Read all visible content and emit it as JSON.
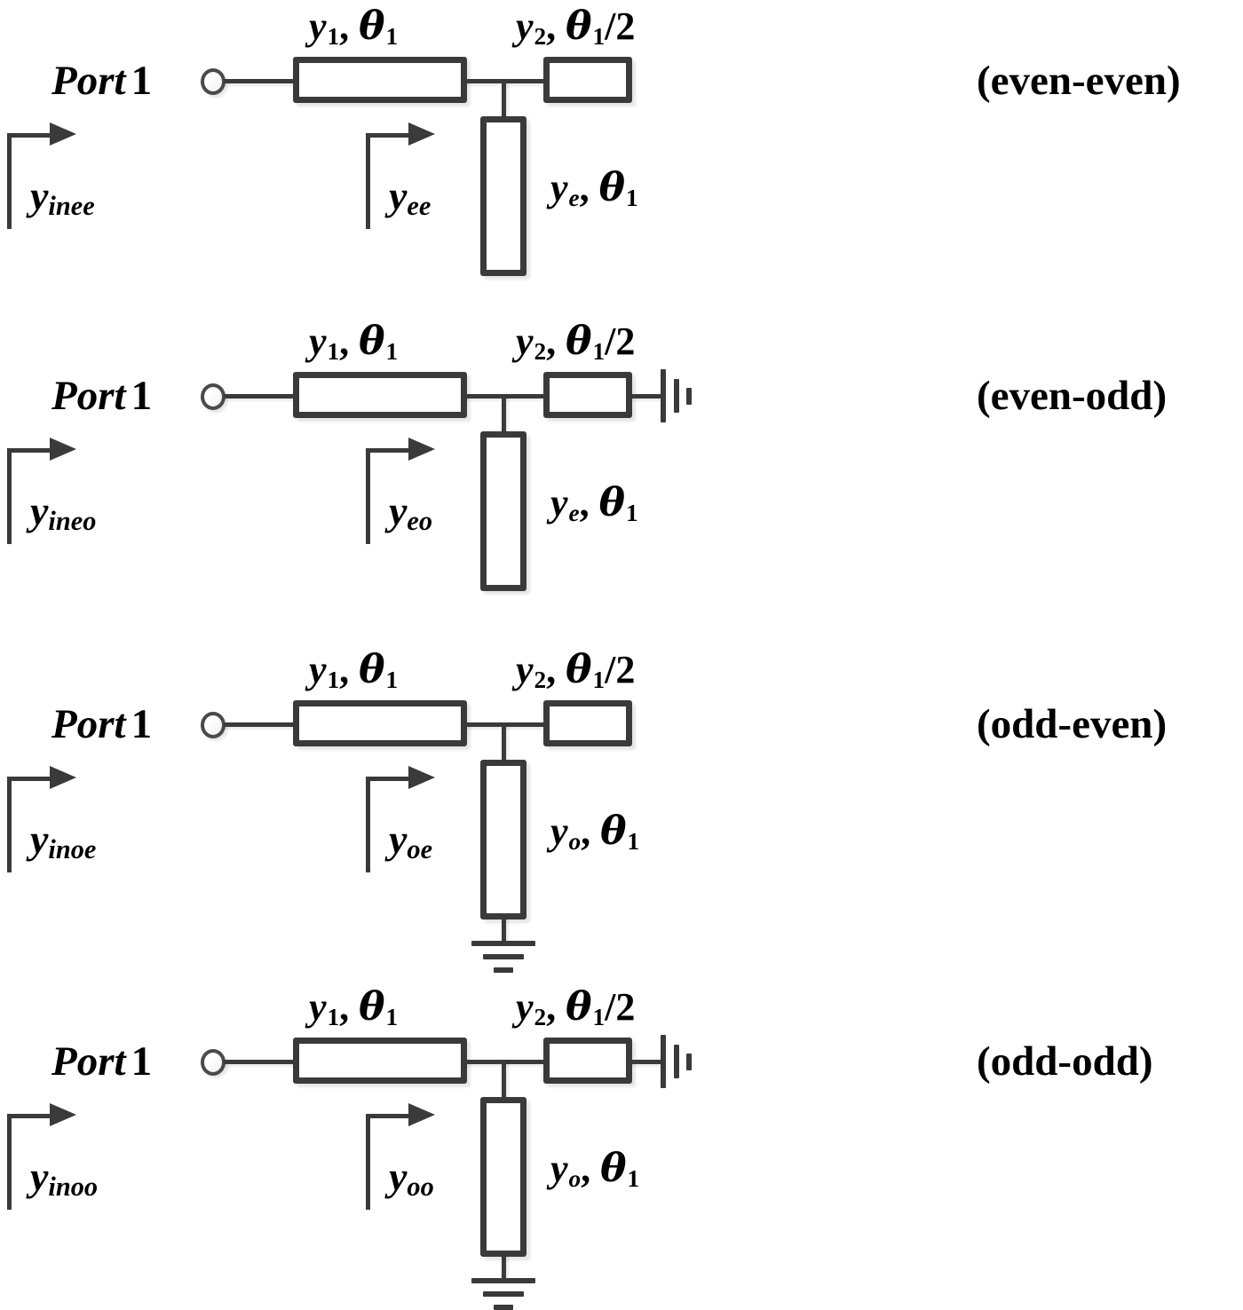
{
  "figure": {
    "type": "circuit-schematic-set",
    "description": "Four even/odd-mode equivalent half-circuits of a transmission-line network"
  },
  "common": {
    "port_label": "Port",
    "port_number": "1",
    "series_line_1": {
      "admittance": "y",
      "admittance_sub": "1",
      "theta": "θ",
      "theta_sub": "1",
      "text": "y1, θ1"
    },
    "series_line_2": {
      "admittance": "y",
      "admittance_sub": "2",
      "theta": "θ",
      "theta_sub": "1",
      "divisor": "/2",
      "text": "y2, θ1/2"
    },
    "theta_glyph": "θ",
    "colors": {
      "line": "#3a3a3a",
      "text": "#000000",
      "background": "#ffffff",
      "box_fill": "#ffffff"
    }
  },
  "rows": [
    {
      "case_label": "(even-even)",
      "input_admittance": {
        "base": "y",
        "sub": "inee",
        "text": "yinee"
      },
      "junction_admittance": {
        "base": "y",
        "sub": "ee",
        "text": "yee"
      },
      "stub": {
        "admittance": "y",
        "admittance_sub": "e",
        "theta": "θ",
        "theta_sub": "1",
        "text": "ye, θ1"
      },
      "stub_termination": "open",
      "right_termination": "open-unmarked",
      "series_line_1": {
        "admittance": "y",
        "admittance_sub": "1",
        "theta": "θ",
        "theta_sub": "1"
      },
      "series_line_2": {
        "admittance": "y",
        "admittance_sub": "2",
        "theta": "θ",
        "theta_sub": "1",
        "divisor": "/2"
      }
    },
    {
      "case_label": "(even-odd)",
      "input_admittance": {
        "base": "y",
        "sub": "ineo",
        "text": "yineo"
      },
      "junction_admittance": {
        "base": "y",
        "sub": "eo",
        "text": "yeo"
      },
      "stub": {
        "admittance": "y",
        "admittance_sub": "e",
        "theta": "θ",
        "theta_sub": "1",
        "text": "ye, θ1"
      },
      "stub_termination": "open",
      "right_termination": "electric-wall",
      "series_line_1": {
        "admittance": "y",
        "admittance_sub": "1",
        "theta": "θ",
        "theta_sub": "1"
      },
      "series_line_2": {
        "admittance": "y",
        "admittance_sub": "2",
        "theta": "θ",
        "theta_sub": "1",
        "divisor": "/2"
      }
    },
    {
      "case_label": "(odd-even)",
      "input_admittance": {
        "base": "y",
        "sub": "inoe",
        "text": "yinoe"
      },
      "junction_admittance": {
        "base": "y",
        "sub": "oe",
        "text": "yoe"
      },
      "stub": {
        "admittance": "y",
        "admittance_sub": "o",
        "theta": "θ",
        "theta_sub": "1",
        "text": "yo, θ1"
      },
      "stub_termination": "ground",
      "right_termination": "open-unmarked",
      "series_line_1": {
        "admittance": "y",
        "admittance_sub": "1",
        "theta": "θ",
        "theta_sub": "1"
      },
      "series_line_2": {
        "admittance": "y",
        "admittance_sub": "2",
        "theta": "θ",
        "theta_sub": "1",
        "divisor": "/2"
      }
    },
    {
      "case_label": "(odd-odd)",
      "input_admittance": {
        "base": "y",
        "sub": "inoo",
        "text": "yinoo"
      },
      "junction_admittance": {
        "base": "y",
        "sub": "oo",
        "text": "yoo"
      },
      "stub": {
        "admittance": "y",
        "admittance_sub": "o",
        "theta": "θ",
        "theta_sub": "1",
        "text": "yo, θ1"
      },
      "stub_termination": "ground",
      "right_termination": "electric-wall",
      "series_line_1": {
        "admittance": "y",
        "admittance_sub": "1",
        "theta": "θ",
        "theta_sub": "1"
      },
      "series_line_2": {
        "admittance": "y",
        "admittance_sub": "2",
        "theta": "θ",
        "theta_sub": "1",
        "divisor": "/2"
      }
    }
  ]
}
